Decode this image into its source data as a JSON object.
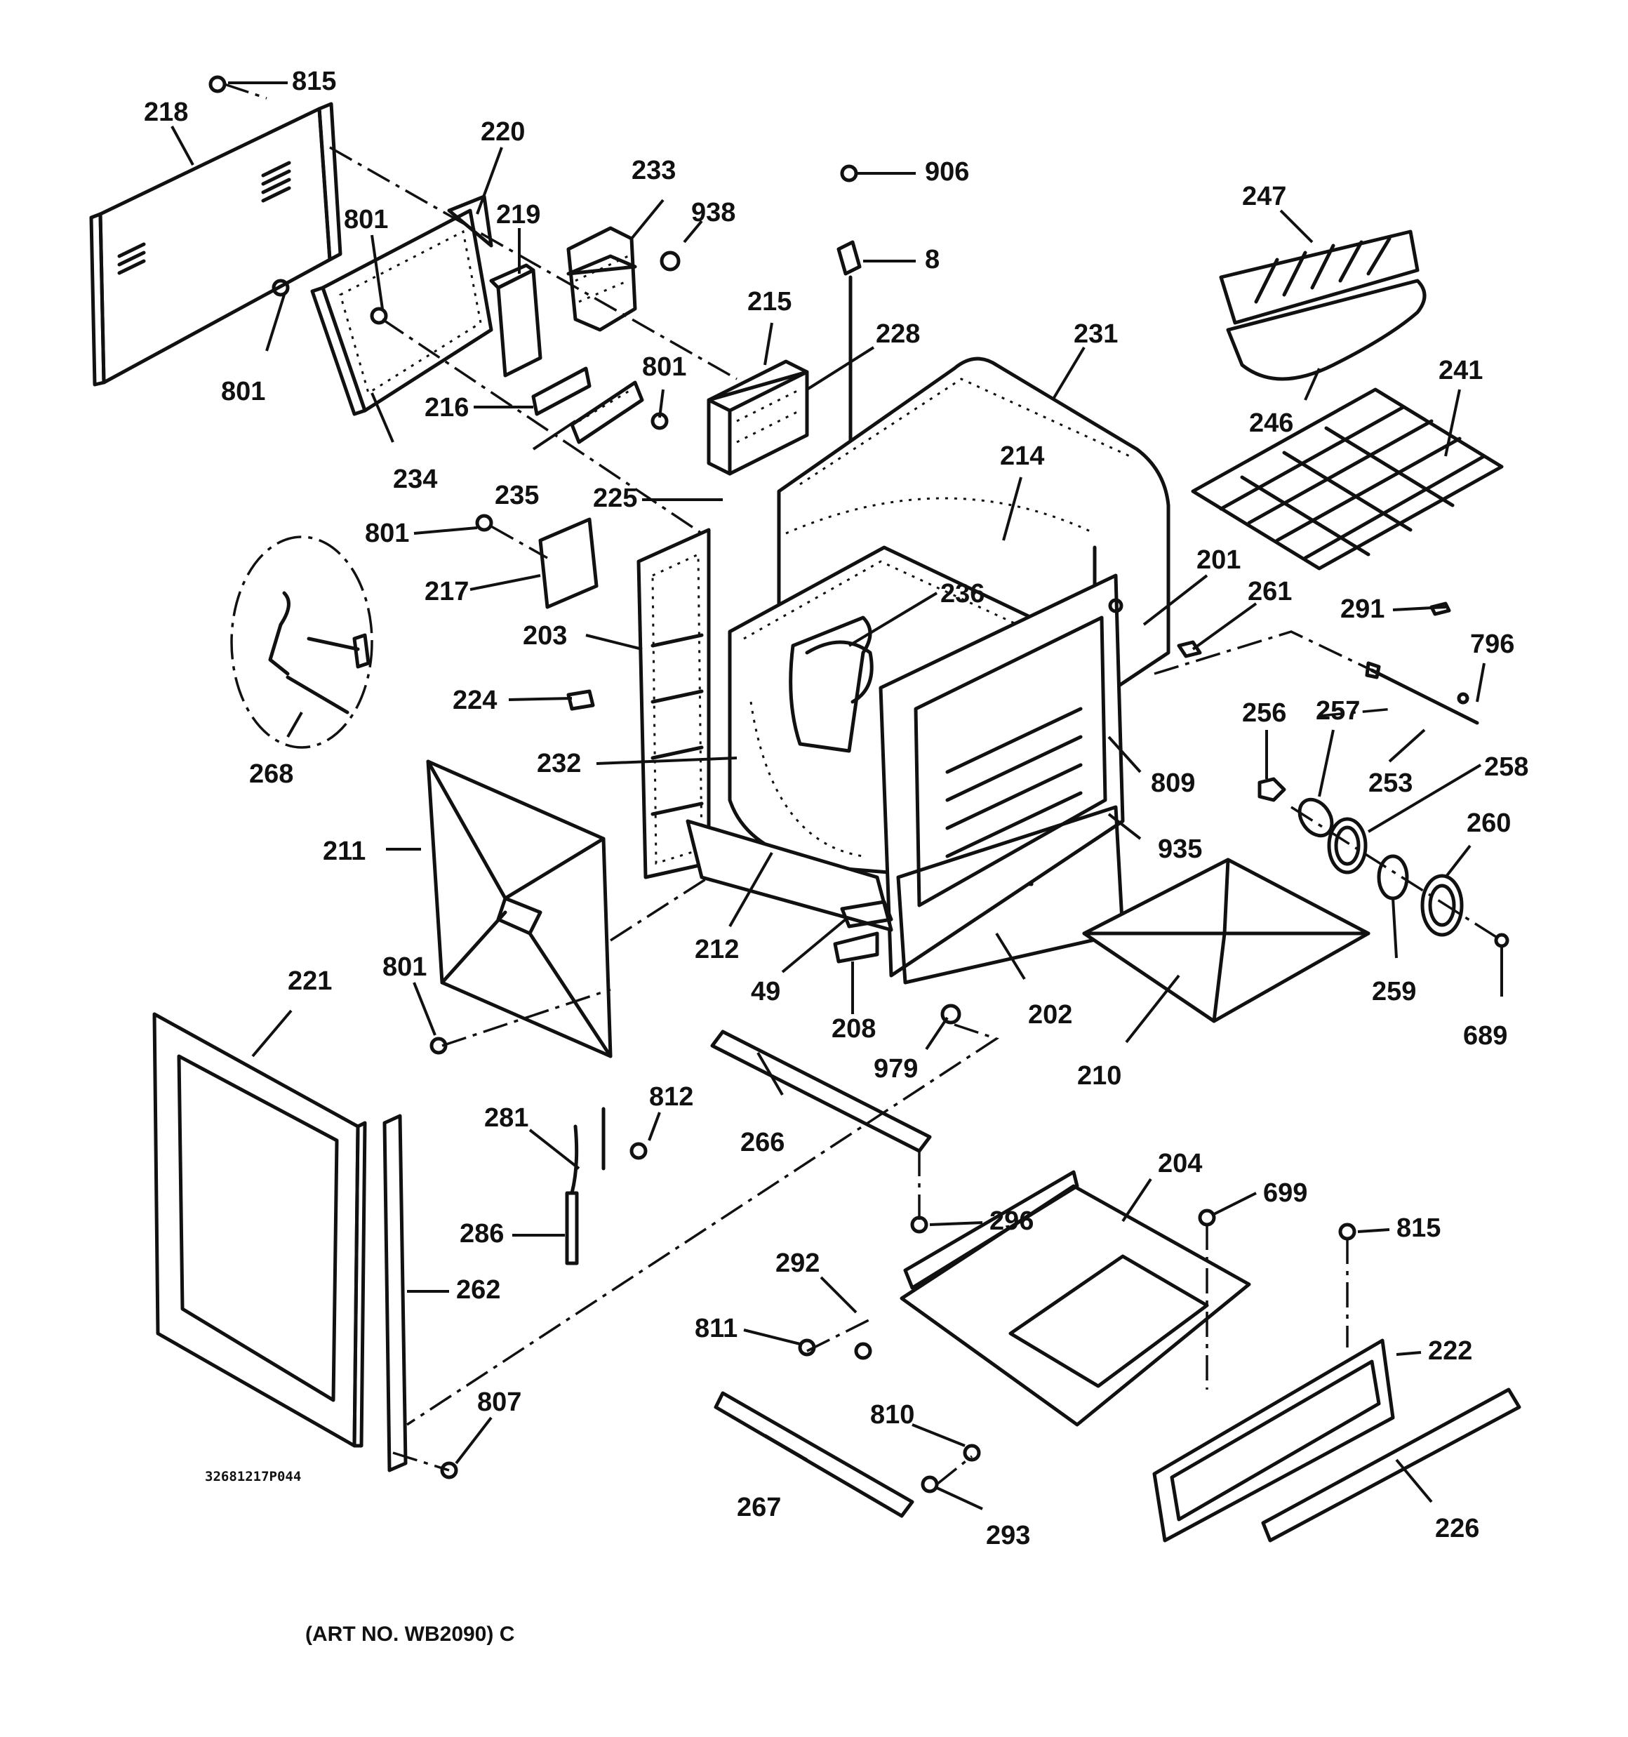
{
  "diagram": {
    "art_number": "(ART NO. WB2090) C",
    "drawing_code": "32681217P044"
  },
  "callouts": [
    {
      "id": "c815a",
      "label": "815"
    },
    {
      "id": "c218",
      "label": "218"
    },
    {
      "id": "c220",
      "label": "220"
    },
    {
      "id": "c233",
      "label": "233"
    },
    {
      "id": "c906",
      "label": "906"
    },
    {
      "id": "c938",
      "label": "938"
    },
    {
      "id": "c219",
      "label": "219"
    },
    {
      "id": "c801a",
      "label": "801"
    },
    {
      "id": "c8",
      "label": "8"
    },
    {
      "id": "c247",
      "label": "247"
    },
    {
      "id": "c215",
      "label": "215"
    },
    {
      "id": "c228",
      "label": "228"
    },
    {
      "id": "c231",
      "label": "231"
    },
    {
      "id": "c241",
      "label": "241"
    },
    {
      "id": "c801b",
      "label": "801"
    },
    {
      "id": "c801c",
      "label": "801"
    },
    {
      "id": "c216",
      "label": "216"
    },
    {
      "id": "c246",
      "label": "246"
    },
    {
      "id": "c214",
      "label": "214"
    },
    {
      "id": "c234",
      "label": "234"
    },
    {
      "id": "c235",
      "label": "235"
    },
    {
      "id": "c225",
      "label": "225"
    },
    {
      "id": "c801d",
      "label": "801"
    },
    {
      "id": "c201",
      "label": "201"
    },
    {
      "id": "c236",
      "label": "236"
    },
    {
      "id": "c261",
      "label": "261"
    },
    {
      "id": "c217",
      "label": "217"
    },
    {
      "id": "c291",
      "label": "291"
    },
    {
      "id": "c203",
      "label": "203"
    },
    {
      "id": "c796",
      "label": "796"
    },
    {
      "id": "c224",
      "label": "224"
    },
    {
      "id": "c256",
      "label": "256"
    },
    {
      "id": "c257",
      "label": "257"
    },
    {
      "id": "c268",
      "label": "268"
    },
    {
      "id": "c232",
      "label": "232"
    },
    {
      "id": "c809",
      "label": "809"
    },
    {
      "id": "c253",
      "label": "253"
    },
    {
      "id": "c258",
      "label": "258"
    },
    {
      "id": "c260",
      "label": "260"
    },
    {
      "id": "c211",
      "label": "211"
    },
    {
      "id": "c935",
      "label": "935"
    },
    {
      "id": "c212",
      "label": "212"
    },
    {
      "id": "c801e",
      "label": "801"
    },
    {
      "id": "c49",
      "label": "49"
    },
    {
      "id": "c259",
      "label": "259"
    },
    {
      "id": "c221",
      "label": "221"
    },
    {
      "id": "c208",
      "label": "208"
    },
    {
      "id": "c202",
      "label": "202"
    },
    {
      "id": "c689",
      "label": "689"
    },
    {
      "id": "c979",
      "label": "979"
    },
    {
      "id": "c210",
      "label": "210"
    },
    {
      "id": "c812",
      "label": "812"
    },
    {
      "id": "c281",
      "label": "281"
    },
    {
      "id": "c266",
      "label": "266"
    },
    {
      "id": "c204",
      "label": "204"
    },
    {
      "id": "c699",
      "label": "699"
    },
    {
      "id": "c286",
      "label": "286"
    },
    {
      "id": "c296",
      "label": "296"
    },
    {
      "id": "c815b",
      "label": "815"
    },
    {
      "id": "c292",
      "label": "292"
    },
    {
      "id": "c262",
      "label": "262"
    },
    {
      "id": "c222",
      "label": "222"
    },
    {
      "id": "c811",
      "label": "811"
    },
    {
      "id": "c807",
      "label": "807"
    },
    {
      "id": "c810",
      "label": "810"
    },
    {
      "id": "c267",
      "label": "267"
    },
    {
      "id": "c293",
      "label": "293"
    },
    {
      "id": "c226",
      "label": "226"
    }
  ]
}
